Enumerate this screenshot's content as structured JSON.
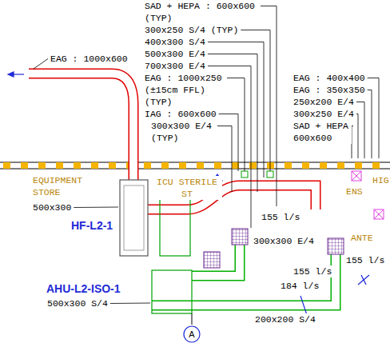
{
  "diagram": {
    "nodes": [
      {
        "text": [
          "A"
        ]
      }
    ],
    "labels": [
      "EAG : 1000x600",
      "SAD + HEPA : 600x600 (TYP)",
      "300x250 S/4 (TYP)",
      "400x300 S/4",
      "500x300 E/4",
      "700x300 E/4",
      "EAG : 1000x250 (±15cm FFL) (TYP)",
      "IAG : 600x600",
      "300x300 E/4 (TYP)",
      "EAG : 400x400",
      "EAG : 350x350",
      "250x200 E/4",
      "300x250 E/4",
      "SAD + HEPA 600x600",
      "EQUIPMENT STORE",
      "500x300",
      "ICU STERILE ST",
      "HF-L2-1",
      "155 l/s",
      "300x300 E/4",
      "155 l/s",
      "184 l/s",
      "155 l/s",
      "AHU-L2-ISO-1",
      "500x300 S/4",
      "200x200 S/4",
      "ENS",
      "ANTE",
      "HIG"
    ]
  }
}
